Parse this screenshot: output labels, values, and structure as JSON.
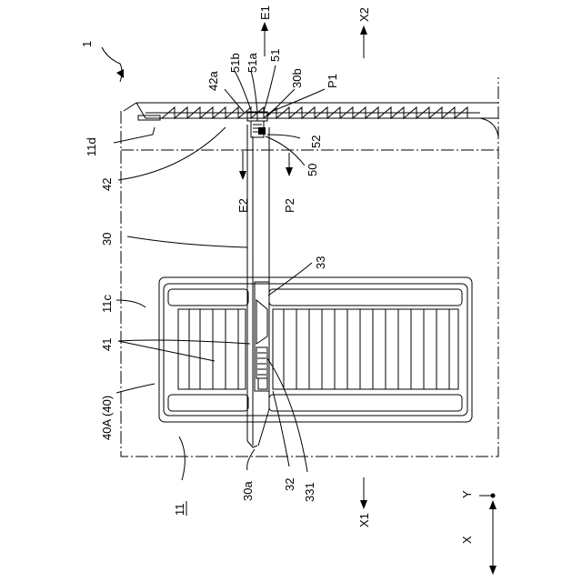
{
  "figure": {
    "label_1": "1",
    "label_11": "11",
    "label_11c": "11c",
    "label_11d": "11d",
    "label_30": "30",
    "label_30a": "30a",
    "label_30b": "30b",
    "label_32": "32",
    "label_33": "33",
    "label_331": "331",
    "label_40a": "40A (40)",
    "label_41": "41",
    "label_42": "42",
    "label_42a": "42a",
    "label_50": "50",
    "label_51": "51",
    "label_51a": "51a",
    "label_51b": "51b",
    "label_52": "52",
    "label_p1": "P1",
    "label_p2": "P2",
    "label_e1": "E1",
    "label_e2": "E2",
    "label_x1": "X1",
    "label_x2": "X2",
    "label_x": "X",
    "label_y": "Y"
  }
}
